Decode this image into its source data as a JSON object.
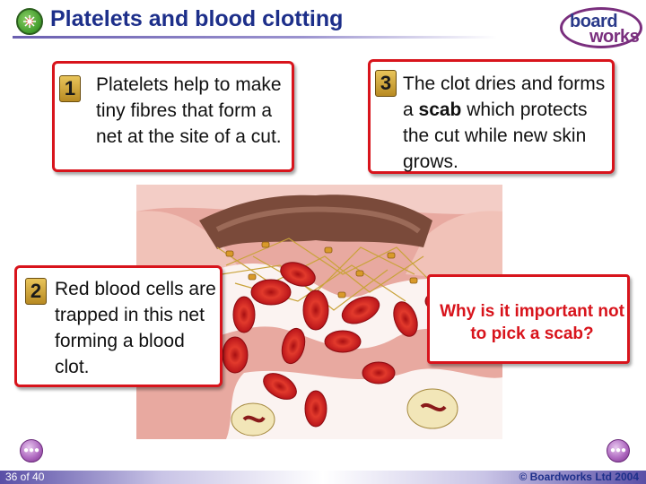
{
  "header": {
    "title": "Platelets and blood clotting",
    "logo_line1": "board",
    "logo_line2": "works"
  },
  "steps": [
    {
      "number": "1",
      "text": "Platelets help to make tiny fibres that form a net at the site of a cut."
    },
    {
      "number": "2",
      "text": "Red blood cells are trapped in this net forming a blood clot."
    },
    {
      "number": "3",
      "text_before": "The clot dries and forms a ",
      "text_bold": "scab",
      "text_after": " which protects the cut while new skin grows."
    }
  ],
  "question": {
    "text": "Why is it important not to pick a scab?"
  },
  "footer": {
    "page": "36 of 40",
    "copyright": "© Boardworks Ltd 2004",
    "prev_icon": "left-arrow-icon",
    "next_icon": "right-arrow-icon"
  },
  "colors": {
    "title": "#1d2f8a",
    "box_border": "#d8141c",
    "question_text": "#d8141c",
    "logo_purple": "#7a2f7e"
  }
}
